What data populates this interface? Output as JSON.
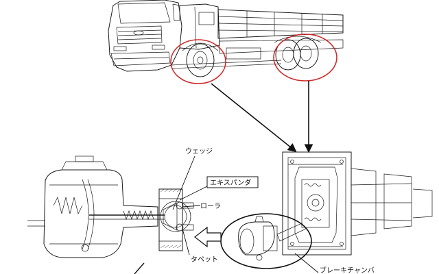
{
  "labels": {
    "wedge": "ウェッジ",
    "expander": "エキスパンダ",
    "roller": "ローラ",
    "tappet": "タペット",
    "chamber": "ブレーキチャンバ"
  },
  "colors": {
    "highlight_circle": "#cc2a2a",
    "line_art": "#1a1a1a",
    "callout_circle": "#111111"
  }
}
